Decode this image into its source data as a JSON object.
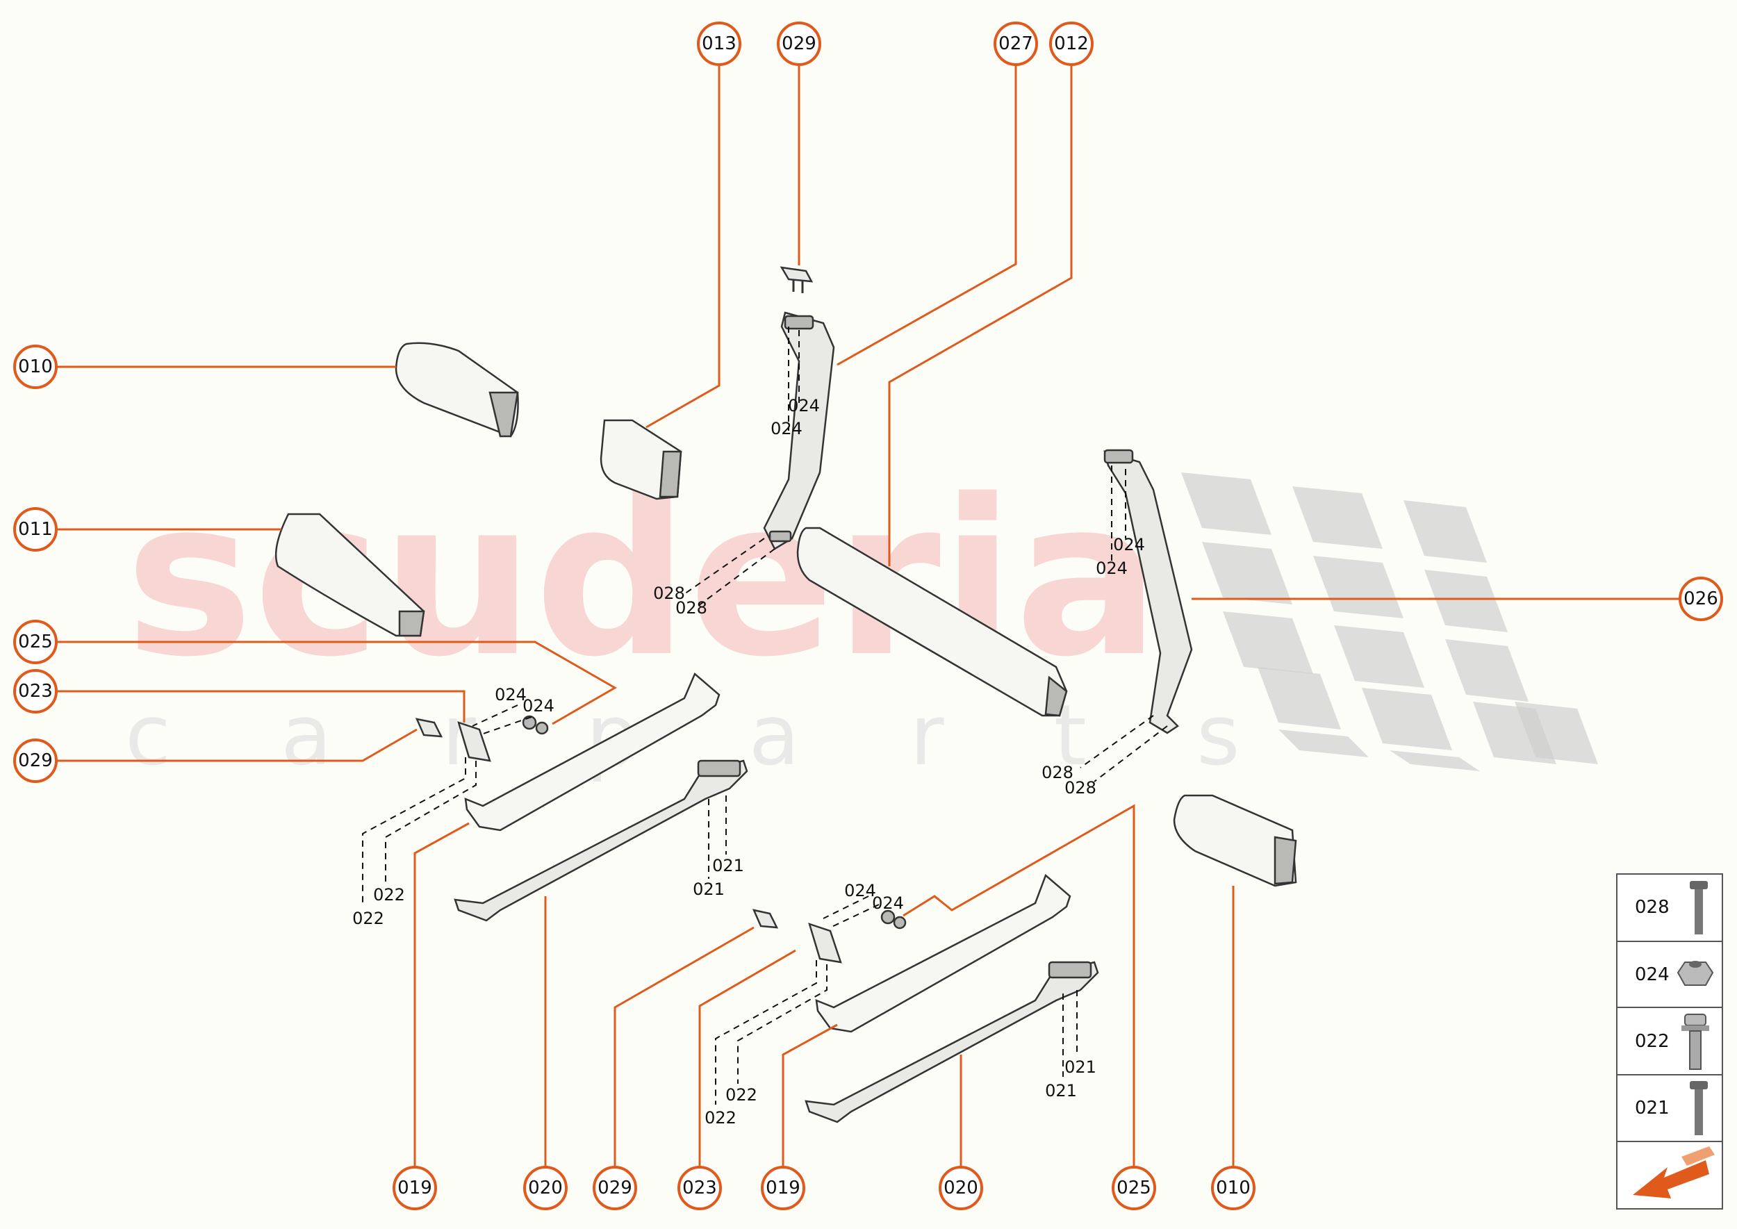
{
  "watermark": {
    "brand": "scuderia",
    "sub": "c a r p a r t s"
  },
  "callouts": {
    "c013": "013",
    "c029_top": "029",
    "c027": "027",
    "c012": "012",
    "c010_left": "010",
    "c011": "011",
    "c025_left": "025",
    "c023_left": "023",
    "c029_left": "029",
    "c026": "026",
    "c019_a": "019",
    "c020_a": "020",
    "c029_b": "029",
    "c023_b": "023",
    "c019_b": "019",
    "c020_b": "020",
    "c025_b": "025",
    "c010_b": "010"
  },
  "labels": {
    "l024_a": "024",
    "l024_b": "024",
    "l028_a": "028",
    "l028_b": "028",
    "l024_c": "024",
    "l024_d": "024",
    "l028_c": "028",
    "l028_d": "028",
    "l024_e": "024",
    "l024_f": "024",
    "l022_a": "022",
    "l022_b": "022",
    "l021_a": "021",
    "l021_b": "021",
    "l024_g": "024",
    "l024_h": "024",
    "l022_c": "022",
    "l022_d": "022",
    "l021_c": "021",
    "l021_d": "021"
  },
  "legend": {
    "items": [
      {
        "code": "028",
        "icon": "long-bolt-icon"
      },
      {
        "code": "024",
        "icon": "flange-nut-icon"
      },
      {
        "code": "022",
        "icon": "flange-bolt-icon"
      },
      {
        "code": "021",
        "icon": "bolt-icon"
      }
    ],
    "direction_icon": "forward-arrow-icon"
  },
  "colors": {
    "accent": "#e05a1c",
    "watermark": "#f5c9c9"
  }
}
